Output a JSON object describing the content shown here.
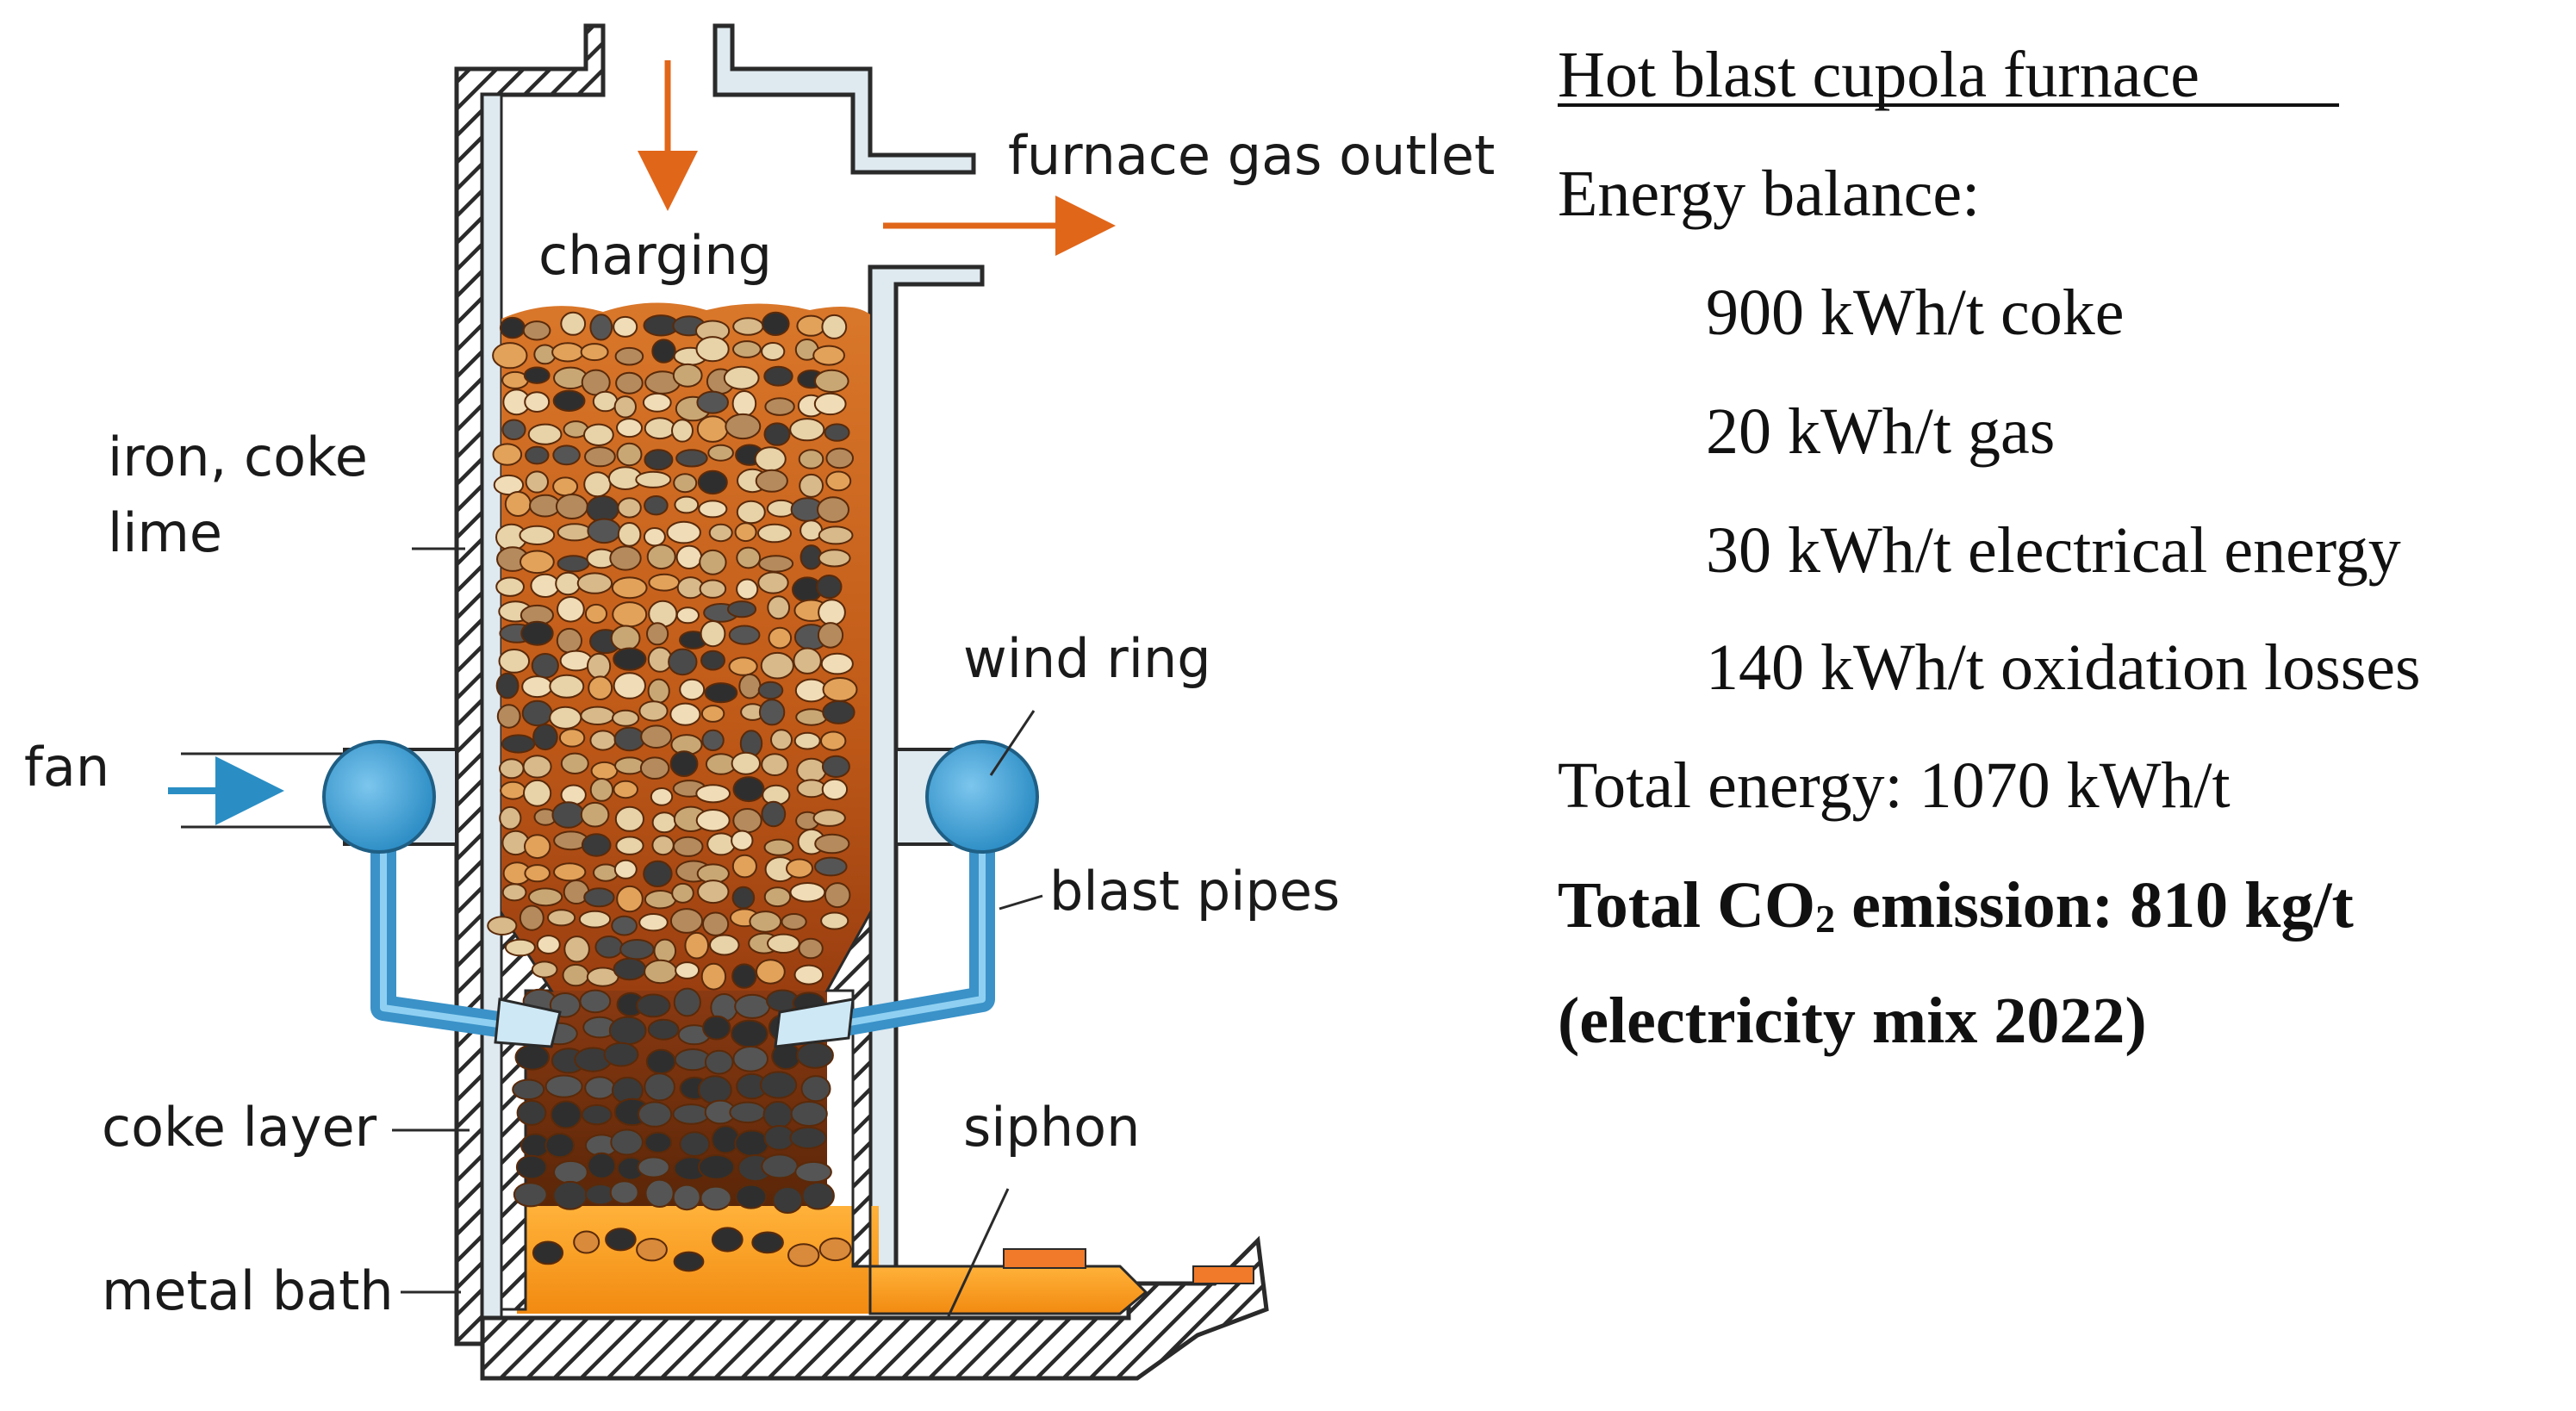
{
  "labels": {
    "furnace_gas_outlet": "furnace gas outlet",
    "charging": "charging",
    "iron_coke": "iron, coke",
    "lime": "lime",
    "wind_ring": "wind ring",
    "fan": "fan",
    "blast_pipes": "blast pipes",
    "coke_layer": "coke layer",
    "siphon": "siphon",
    "metal_bath": "metal bath"
  },
  "info": {
    "title": "Hot blast cupola furnace",
    "energy_balance_heading": "Energy balance:",
    "balance_items": [
      "900 kWh/t coke",
      "20 kWh/t gas",
      "30 kWh/t electrical energy",
      "140 kWh/t oxidation losses"
    ],
    "total_energy": "Total energy: 1070 kWh/t",
    "co2_prefix": "Total CO",
    "co2_subscript": "2",
    "co2_suffix": " emission: 810 kg/t",
    "electricity_note": "(electricity mix 2022)"
  },
  "colors": {
    "flow_arrow": "#e0661a",
    "air_arrow": "#2a8ec4",
    "wall_fill": "#dfe9f0",
    "charge_fill": "#c4621c",
    "coke_fill": "#3a3a3a",
    "metal_bath": "#f6a623",
    "pipe_blue": "#4ba8d8"
  }
}
